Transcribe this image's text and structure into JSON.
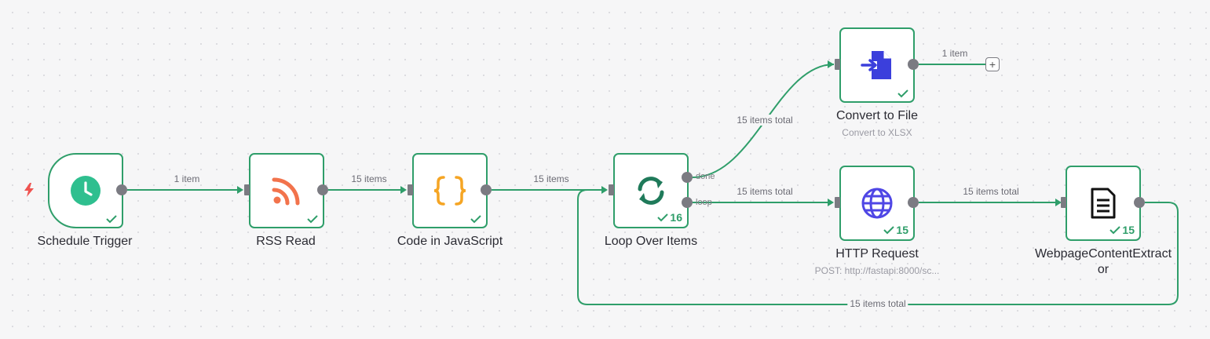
{
  "colors": {
    "success": "#2f9e6a",
    "wire": "#2f9e6a",
    "handle": "#7b7b82",
    "trigger_bolt": "#ef5350",
    "rss": "#f2734c",
    "code": "#f5a524",
    "loop": "#1f7a5a",
    "file": "#3b3fdc",
    "globe": "#4f46e5",
    "doc": "#111111"
  },
  "nodes": {
    "schedule": {
      "title": "Schedule Trigger",
      "icon": "clock-icon"
    },
    "rss": {
      "title": "RSS Read",
      "icon": "rss-icon"
    },
    "code": {
      "title": "Code in JavaScript",
      "icon": "braces-icon"
    },
    "loop": {
      "title": "Loop Over Items",
      "icon": "loop-icon",
      "count": "16",
      "port_done": "done",
      "port_loop": "loop"
    },
    "convert": {
      "title": "Convert to File",
      "subtitle": "Convert to XLSX",
      "icon": "file-import-icon"
    },
    "http": {
      "title": "HTTP Request",
      "subtitle": "POST: http://fastapi:8000/sc...",
      "icon": "globe-icon",
      "count": "15"
    },
    "extract": {
      "title_line1": "WebpageContentExtract",
      "title_line2": "or",
      "icon": "document-icon",
      "count": "15"
    }
  },
  "edges": {
    "schedule_rss": "1 item",
    "rss_code": "15 items",
    "code_loop": "15 items",
    "loop_convert": "15 items total",
    "loop_http": "15 items total",
    "http_extract": "15 items total",
    "extract_loop": "15 items total",
    "convert_out": "1 item"
  },
  "plus_label": "+"
}
